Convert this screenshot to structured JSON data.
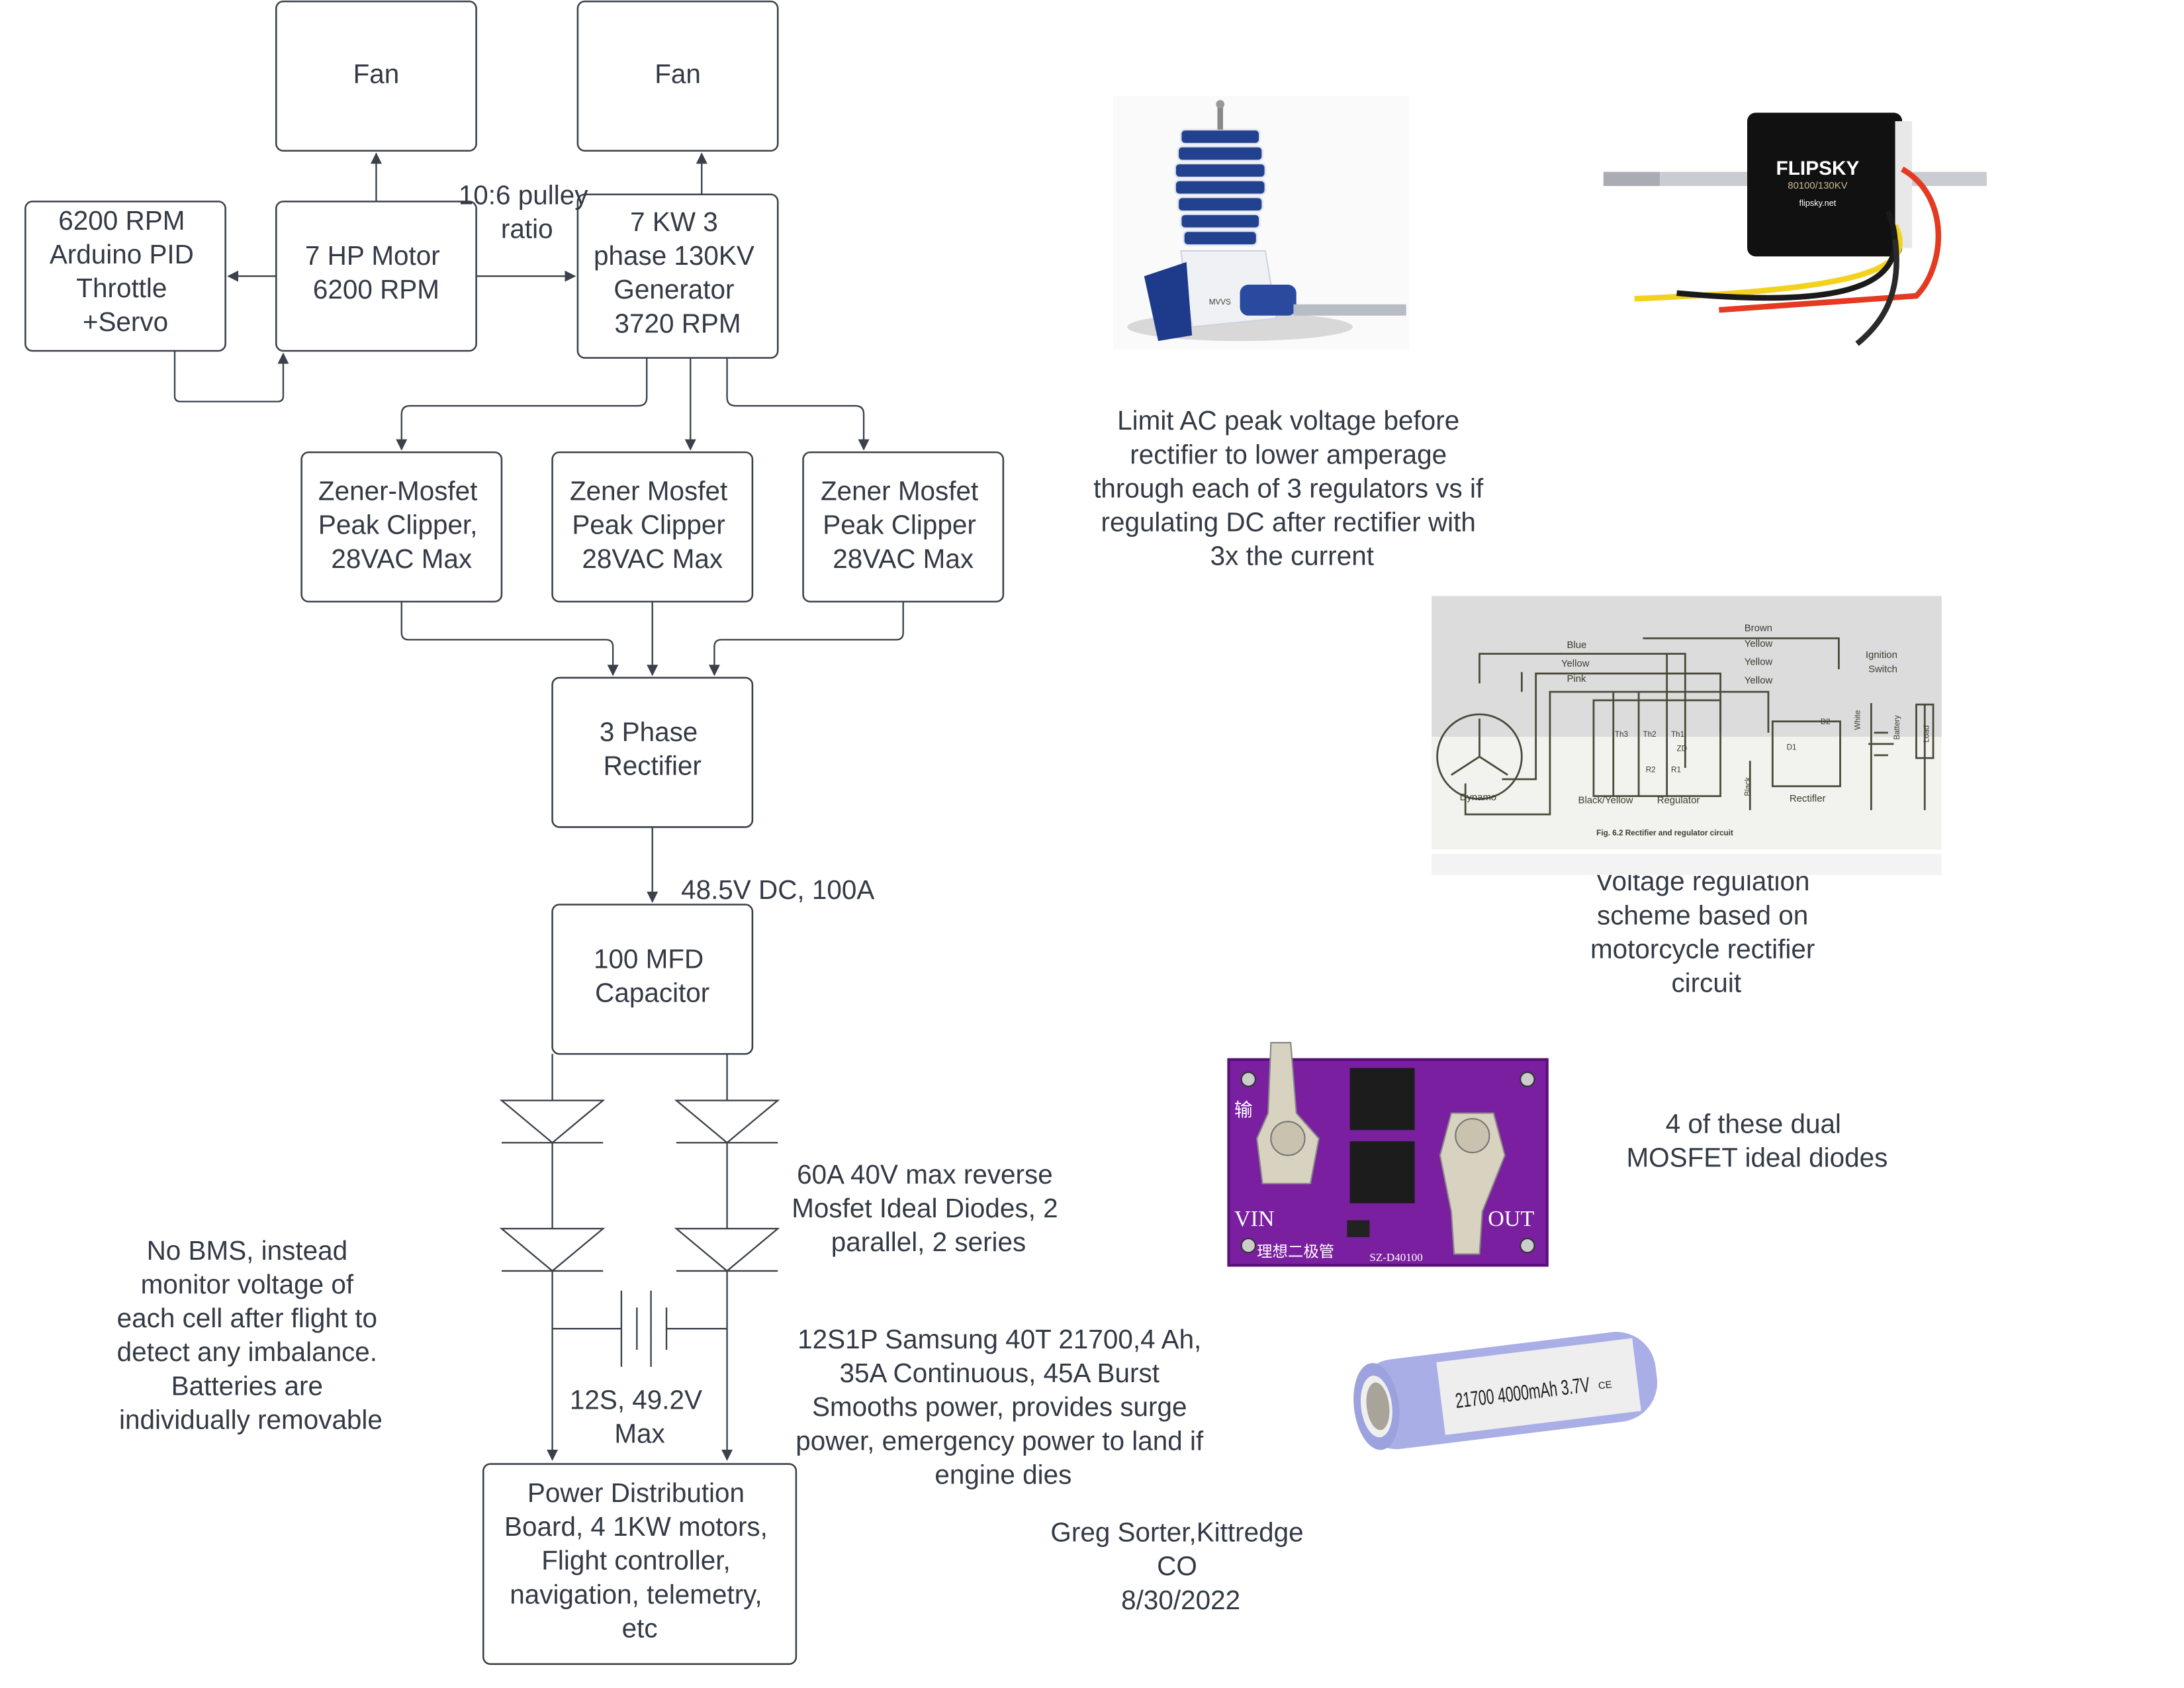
{
  "diagram": {
    "title": "Hybrid generator power system",
    "nodes": {
      "fan_left": [
        "Fan"
      ],
      "fan_right": [
        "Fan"
      ],
      "throttle": [
        "6200 RPM",
        "Arduino PID",
        "Throttle",
        "+Servo"
      ],
      "motor": [
        "7 HP Motor",
        "6200 RPM"
      ],
      "generator": [
        "7 KW 3",
        "phase 130KV",
        "Generator",
        "3720 RPM"
      ],
      "clipper1": [
        "Zener-Mosfet",
        "Peak Clipper,",
        "28VAC Max"
      ],
      "clipper2": [
        "Zener Mosfet",
        "Peak Clipper",
        "28VAC Max"
      ],
      "clipper3": [
        "Zener Mosfet",
        "Peak Clipper",
        "28VAC Max"
      ],
      "rectifier": [
        "3 Phase",
        "Rectifier"
      ],
      "capacitor": [
        "100 MFD",
        "Capacitor"
      ],
      "pdb": [
        "Power Distribution",
        "Board, 4 1KW motors,",
        "Flight controller,",
        "navigation, telemetry,",
        "etc"
      ]
    },
    "edge_labels": {
      "pulley": [
        "10:6 pulley",
        "ratio"
      ],
      "dc_bus": "48.5V DC, 100A",
      "battery_pack": [
        "12S, 49.2V",
        "Max"
      ]
    },
    "notes": {
      "clipper_note": [
        "Limit AC peak voltage  before",
        "rectifier to lower amperage",
        "through each of 3 regulators vs if",
        "regulating DC after rectifier with",
        "3x the current"
      ],
      "regulation_note": [
        "Voltage regulation",
        "scheme based on",
        "motorcycle rectifier",
        "circuit"
      ],
      "diode_note": [
        "60A 40V max reverse",
        "Mosfet Ideal Diodes, 2",
        "parallel, 2 series"
      ],
      "mosfet_board_note": [
        "4 of these dual",
        "MOSFET ideal diodes"
      ],
      "bms_note": [
        "No BMS, instead",
        "monitor voltage of",
        "each cell after flight to",
        "detect any imbalance.",
        "Batteries are",
        "individually removable"
      ],
      "battery_note": [
        "12S1P Samsung 40T 21700,4 Ah,",
        "35A Continuous, 45A Burst",
        "Smooths power, provides surge",
        "power, emergency power to land if",
        "engine dies"
      ],
      "author": [
        "Greg Sorter,Kittredge",
        "CO",
        "8/30/2022"
      ]
    },
    "photos": {
      "engine": {
        "label": "MVVS"
      },
      "brushless_motor": {
        "brand": "FLIPSKY",
        "model": "80100/130KV",
        "url_text": "flipsky.net"
      },
      "circuit_figure": {
        "caption": "Fig. 6.2 Rectifier and regulator circuit",
        "labels": {
          "dynamo": "Dynamo",
          "regulator": "Regulator",
          "rectifier": "Rectifler",
          "blue": "Blue",
          "yellow": "Yellow",
          "pink": "Pink",
          "brown": "Brown",
          "ignition": "Ignition",
          "switch": "Switch",
          "battery": "Battery",
          "load": "Load",
          "white": "White",
          "black": "Black",
          "black_yellow": "Black/Yellow",
          "th1": "Th1",
          "th2": "Th2",
          "th3": "Th3",
          "zd": "ZD",
          "r1": "R1",
          "r2": "R2",
          "d1": "D1",
          "d2": "D2"
        }
      },
      "mosfet_board": {
        "vin": "VIN",
        "out": "OUT",
        "part": "SZ-D40100",
        "cn": "理想二极管",
        "cn_in": "输"
      },
      "cell": {
        "label": "21700 4000mAh 3.7V",
        "ce": "CE"
      }
    },
    "colors": {
      "line": "#3a414a",
      "text": "#333a45",
      "engine_blue": "#1f3c8c",
      "motor_black": "#111111",
      "pcb_purple": "#7a1fa0",
      "cell_blue": "#a9aee6"
    }
  }
}
